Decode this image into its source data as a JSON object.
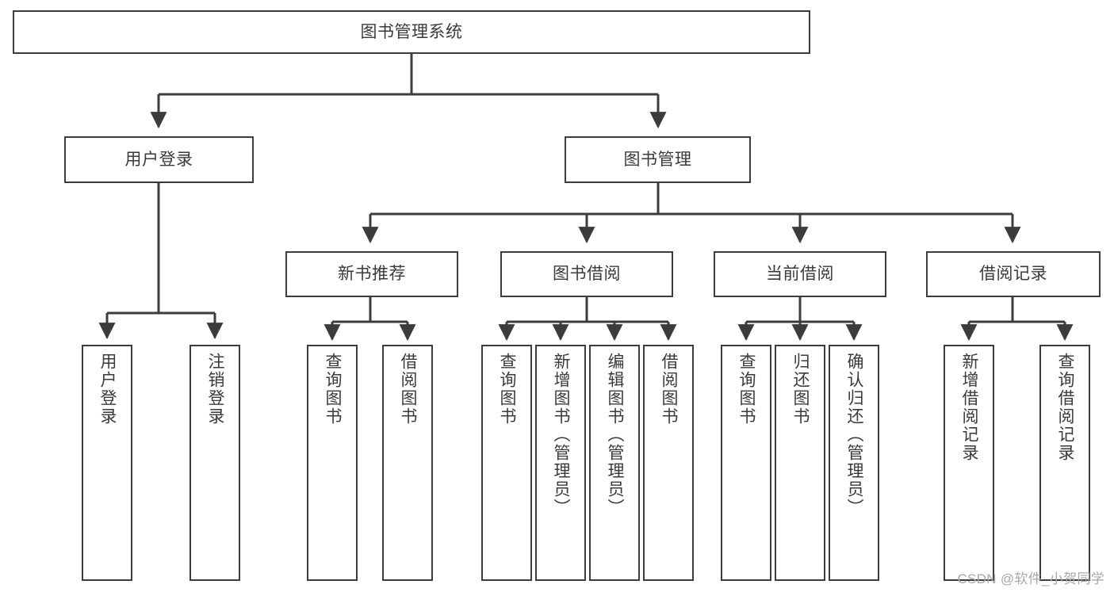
{
  "diagram": {
    "title": "图书管理系统",
    "style": {
      "box_border_color": "#3c3c3c",
      "box_fill_color": "#ffffff",
      "text_color": "#3a3a3a",
      "edge_color": "#3c3c3c",
      "background_color": "#ffffff"
    },
    "nodes": {
      "root": {
        "label": "图书管理系统"
      },
      "level2": [
        {
          "id": "user-login",
          "label": "用户登录"
        },
        {
          "id": "book-management",
          "label": "图书管理"
        }
      ],
      "level3": [
        {
          "id": "new-book-recommend",
          "label": "新书推荐"
        },
        {
          "id": "book-borrow",
          "label": "图书借阅"
        },
        {
          "id": "current-borrow",
          "label": "当前借阅"
        },
        {
          "id": "borrow-record",
          "label": "借阅记录"
        }
      ],
      "leaves": {
        "user-login": [
          {
            "id": "leaf-user-login",
            "label": "用户登录"
          },
          {
            "id": "leaf-user-logout",
            "label": "注销登录"
          }
        ],
        "new-book-recommend": [
          {
            "id": "leaf-query-book-1",
            "label": "查询图书"
          },
          {
            "id": "leaf-borrow-book-1",
            "label": "借阅图书"
          }
        ],
        "book-borrow": [
          {
            "id": "leaf-query-book-2",
            "label": "查询图书"
          },
          {
            "id": "leaf-add-book",
            "label": "新增图书（管理员）"
          },
          {
            "id": "leaf-edit-book",
            "label": "编辑图书（管理员）"
          },
          {
            "id": "leaf-borrow-book-2",
            "label": "借阅图书"
          }
        ],
        "current-borrow": [
          {
            "id": "leaf-query-book-3",
            "label": "查询图书"
          },
          {
            "id": "leaf-return-book",
            "label": "归还图书"
          },
          {
            "id": "leaf-confirm-return",
            "label": "确认归还（管理员）"
          }
        ],
        "borrow-record": [
          {
            "id": "leaf-add-record",
            "label": "新增借阅记录"
          },
          {
            "id": "leaf-query-record",
            "label": "查询借阅记录"
          }
        ]
      }
    },
    "watermark": "CSDN @软件_小贺同学"
  }
}
